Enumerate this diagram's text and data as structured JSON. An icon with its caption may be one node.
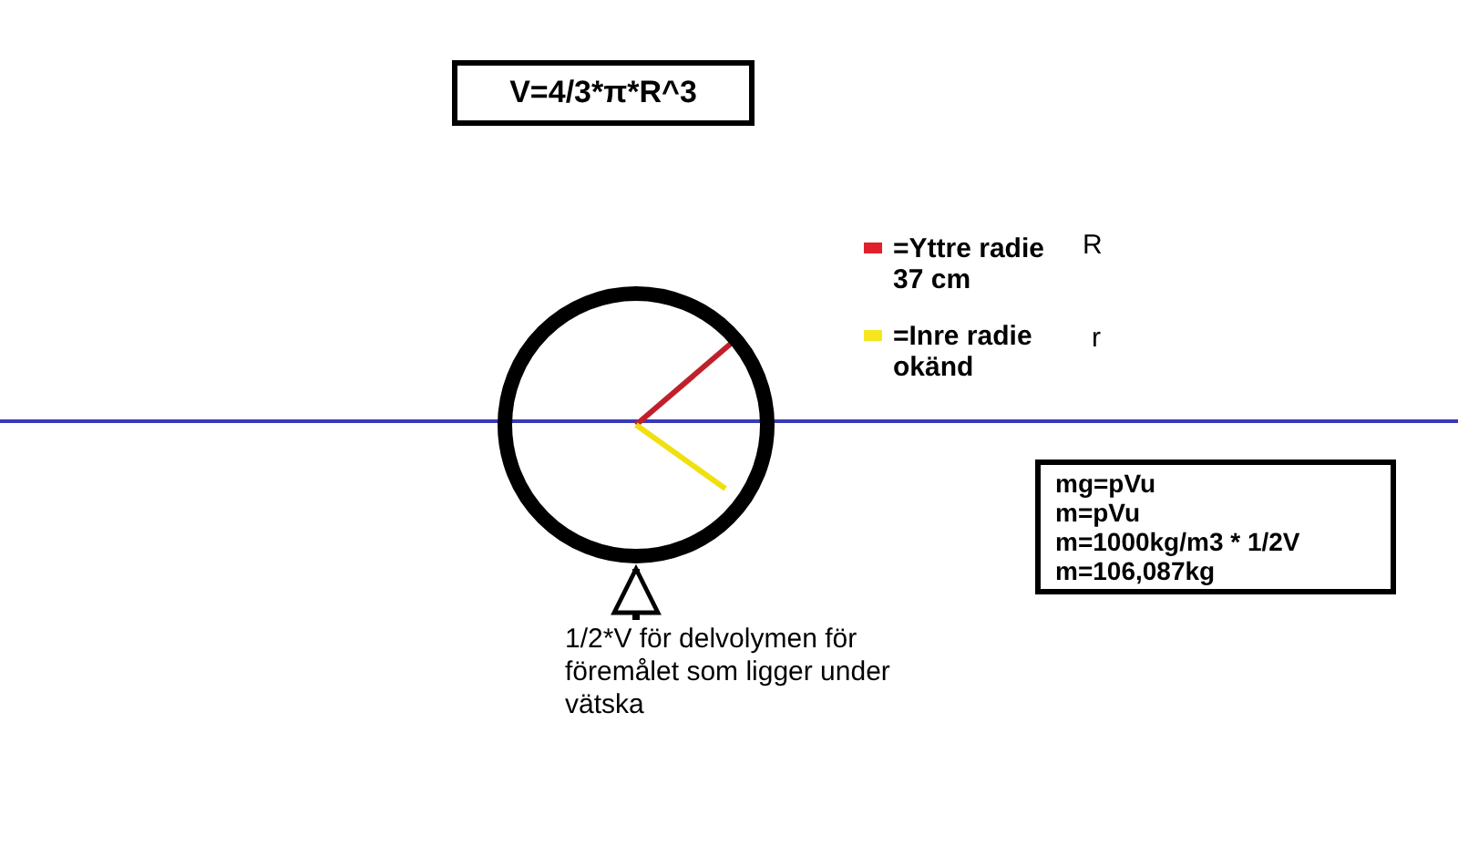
{
  "diagram": {
    "nodes": [
      {
        "text": [
          "V=4/3*π*R^3"
        ]
      },
      {
        "text": [],
        "shape": "circle"
      },
      {
        "text": [
          "1/2*V för delvolymen för föremålet som ligger under vätska"
        ]
      },
      {
        "text": [
          "mg=pVu",
          "m=pVu",
          "m=1000kg/m3 * 1/2V",
          "m=106,087kg"
        ]
      }
    ],
    "edges": [
      {
        "from": 2,
        "to": 1,
        "arrow": "to"
      }
    ],
    "labels": [
      "R",
      "r"
    ],
    "legend": [
      {
        "text": "=Yttre radie 37 cm",
        "color": "#e0202a"
      },
      {
        "text": "=Inre radie okänd",
        "color": "#f5e61e"
      }
    ]
  }
}
